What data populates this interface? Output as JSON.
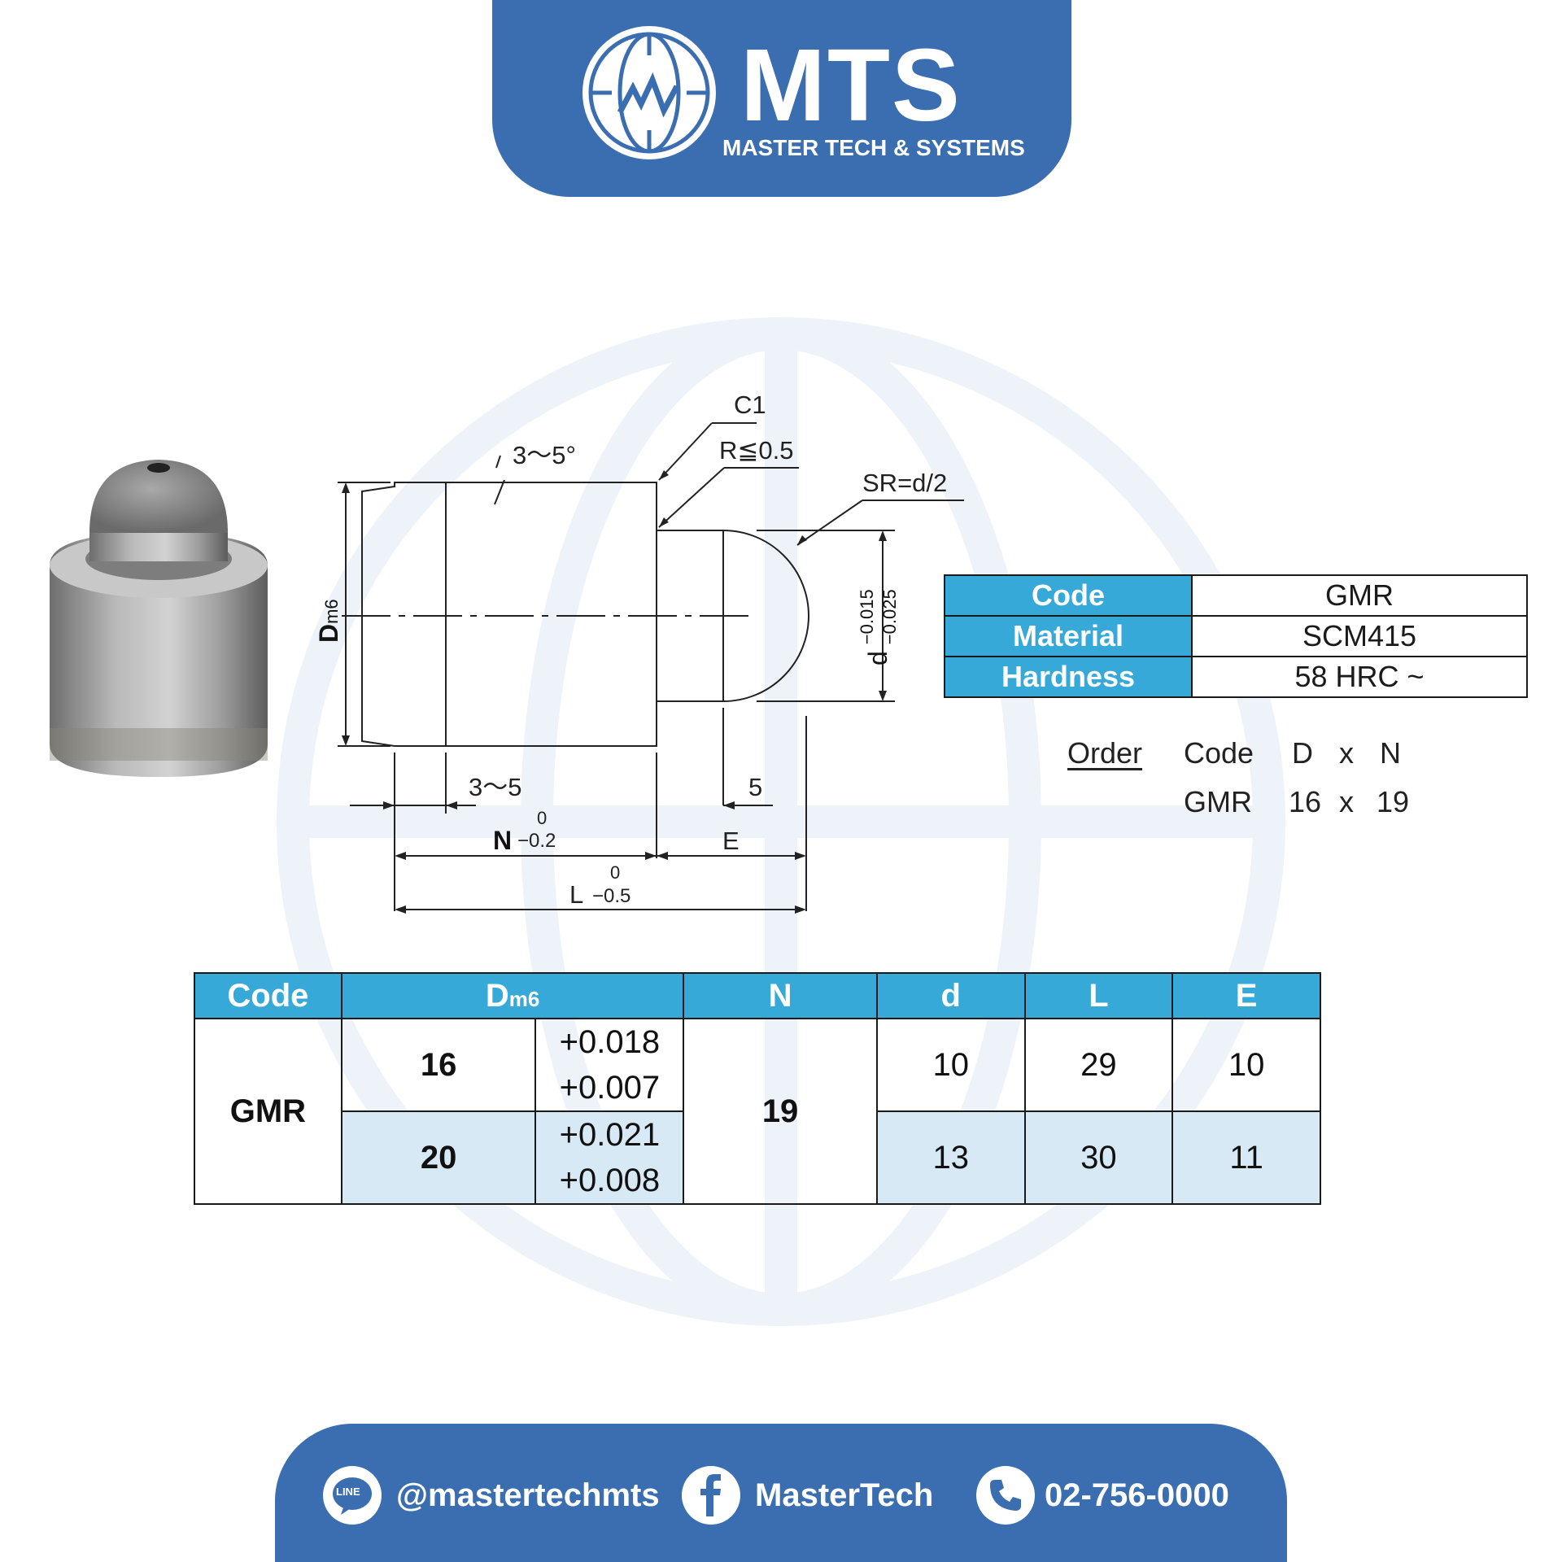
{
  "header": {
    "brand": "MTS",
    "subtitle": "MASTER TECH & SYSTEMS"
  },
  "drawing": {
    "chamfer": "C1",
    "angle": "3～5°",
    "radius": "R≦0.5",
    "sphere": "SR=d/2",
    "d_label": "D",
    "d_sub": "m6",
    "small_d": "d",
    "small_d_tol_upper": "−0.015",
    "small_d_tol_lower": "−0.025",
    "taper_len": "3～5",
    "tip_len": "5",
    "n_label": "N",
    "n_tol_upper": "0",
    "n_tol_lower": "−0.2",
    "e_label": "E",
    "l_label": "L",
    "l_tol_upper": "0",
    "l_tol_lower": "−0.5"
  },
  "spec": [
    {
      "key": "Code",
      "value": "GMR"
    },
    {
      "key": "Material",
      "value": "SCM415"
    },
    {
      "key": "Hardness",
      "value": "58 HRC ~"
    }
  ],
  "order": {
    "label": "Order",
    "header": [
      "Code",
      "D",
      "x",
      "N"
    ],
    "example": [
      "GMR",
      "16",
      "x",
      "19"
    ]
  },
  "table": {
    "headers": {
      "code": "Code",
      "d_main": "D",
      "d_sub": "m6",
      "n": "N",
      "d": "d",
      "l": "L",
      "e": "E"
    },
    "code": "GMR",
    "n_value": "19",
    "rows": [
      {
        "D": "16",
        "tol_upper": "+0.018",
        "tol_lower": "+0.007",
        "d": "10",
        "L": "29",
        "E": "10"
      },
      {
        "D": "20",
        "tol_upper": "+0.021",
        "tol_lower": "+0.008",
        "d": "13",
        "L": "30",
        "E": "11"
      }
    ]
  },
  "footer": {
    "line_icon": "LINE",
    "line": "@mastertechmts",
    "facebook": "MasterTech",
    "phone": "02-756-0000"
  },
  "colors": {
    "brand_blue": "#3b6eb0",
    "header_cyan": "#36a9d9",
    "row_alt": "#d6e9f5"
  }
}
